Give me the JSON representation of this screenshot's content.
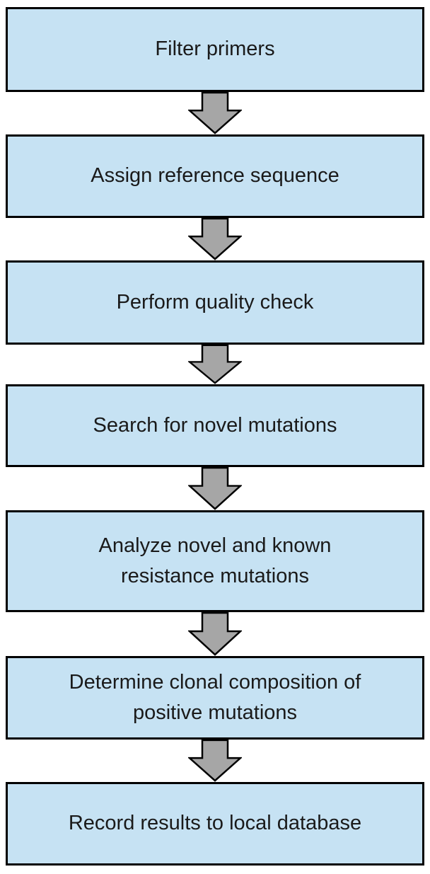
{
  "diagram": {
    "type": "flowchart",
    "orientation": "vertical",
    "background_color": "#ffffff",
    "box_fill_color": "#c6e2f3",
    "box_border_color": "#000000",
    "arrow_fill_color": "#a6a6a6",
    "arrow_stroke_color": "#000000",
    "text_color": "#1a1a1a",
    "steps": [
      {
        "label": "Filter primers"
      },
      {
        "label": "Assign reference sequence"
      },
      {
        "label": "Perform quality check"
      },
      {
        "label": "Search for novel mutations"
      },
      {
        "label": "Analyze novel and known\nresistance mutations"
      },
      {
        "label": "Determine clonal composition of\npositive mutations"
      },
      {
        "label": "Record results to local database"
      }
    ],
    "connector": "down-arrow"
  }
}
